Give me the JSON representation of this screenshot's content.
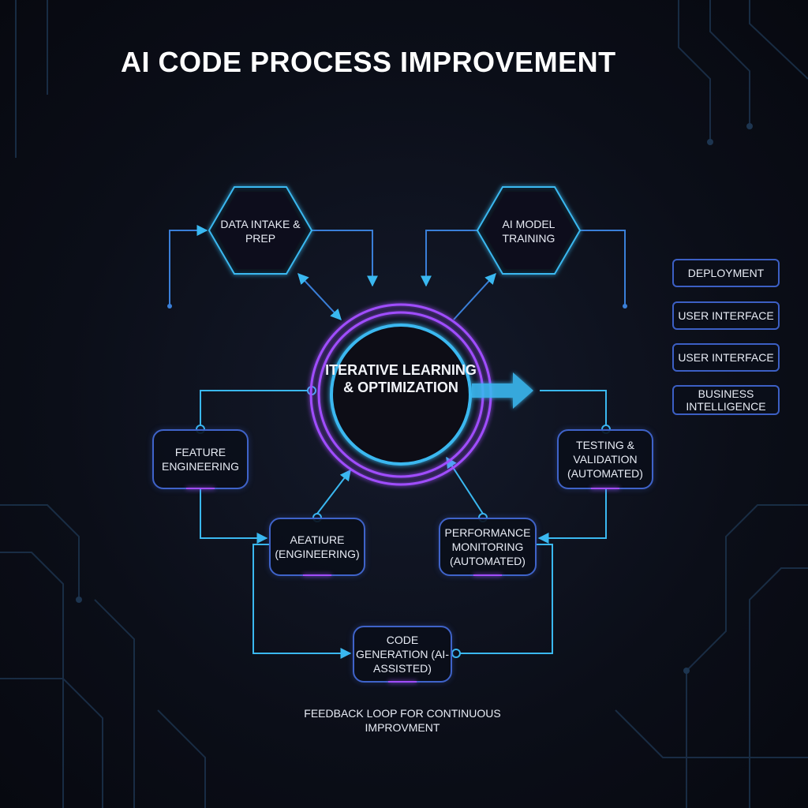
{
  "title": "AI CODE PROCESS IMPROVEMENT",
  "center": {
    "label": "ITERATIVE LEARNING & OPTIMIZATION"
  },
  "hexagons": [
    {
      "label": "DATA INTAKE & PREP"
    },
    {
      "label": "AI MODEL TRAINING"
    }
  ],
  "boxes": {
    "feature_engineering": "FEATURE ENGINEERING",
    "testing": "TESTING & VALIDATION (AUTOMATED)",
    "aeatiure": "AEATIURE (ENGINEERING)",
    "performance": "PERFORMANCE MONITORING (AUTOMATED)",
    "code_generation": "CODE GENERATION (AI-ASSISTED)"
  },
  "side_list": [
    {
      "label": "DEPLOYMENT"
    },
    {
      "label": "USER INTERFACE"
    },
    {
      "label": "USER INTERFACE"
    },
    {
      "label": "BUSINESS INTELLIGENCE"
    }
  ],
  "footer": "FEEDBACK LOOP FOR CONTINUOUS IMPROVMENT",
  "colors": {
    "cyan": "#3ab8f0",
    "purple": "#a04dff",
    "box_border": "#3f63c9",
    "background": "#0b0e18"
  }
}
